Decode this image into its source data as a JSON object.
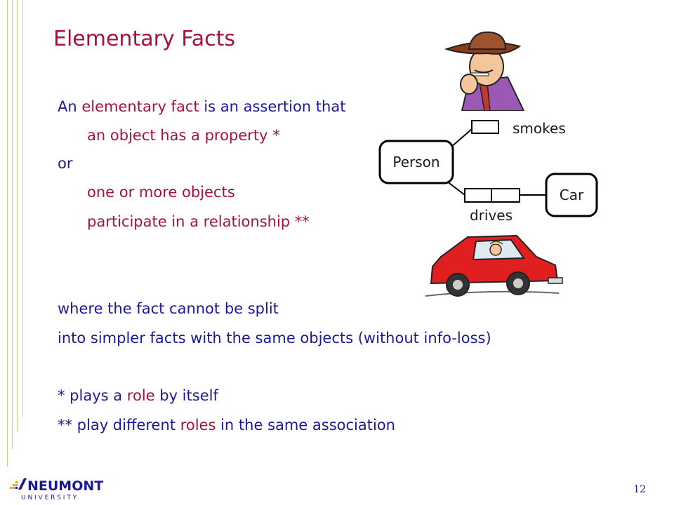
{
  "slide": {
    "title": "Elementary Facts",
    "page_number": "12"
  },
  "body": {
    "l1_a": "An ",
    "l1_b": "elementary fact",
    "l1_c": " is an assertion that",
    "l2": "an object has a property *",
    "l3": "or",
    "l4": "one or more objects",
    "l5": "participate in a relationship **",
    "l6": "where the fact cannot be split",
    "l7": "into simpler facts with the same objects (without info-loss)",
    "l8_a": "* plays a ",
    "l8_b": "role",
    "l8_c": " by itself",
    "l9_a": "** play different ",
    "l9_b": "roles",
    "l9_c": " in the same association"
  },
  "diagram": {
    "entity_person": "Person",
    "entity_car": "Car",
    "fact_smokes": "smokes",
    "fact_drives": "drives"
  },
  "logo": {
    "name": "NEUMONT",
    "sub": "U N I V E R S I T Y"
  },
  "colors": {
    "accent_red": "#a8123a",
    "text_blue": "#1a1a99",
    "rule": "#c9cc66"
  }
}
